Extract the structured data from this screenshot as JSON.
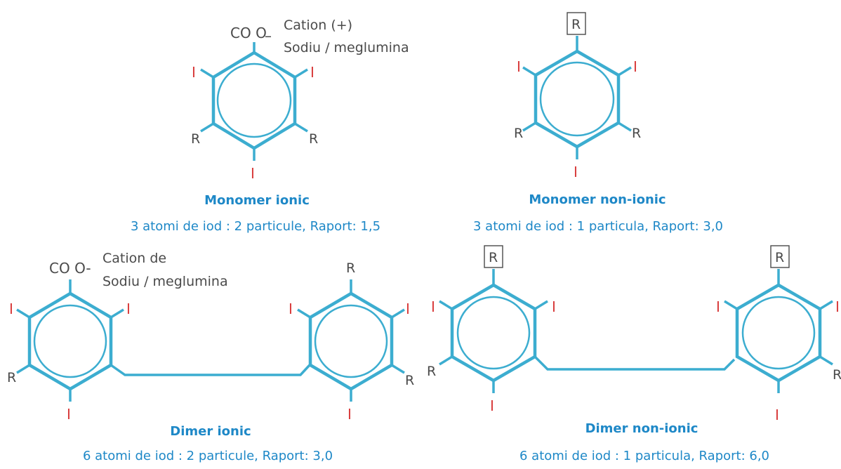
{
  "colors": {
    "ring": "#3cadd0",
    "iodine": "#d83a3a",
    "text": "#4a4a4a",
    "caption": "#1e88c7"
  },
  "atoms": {
    "iodine": "I",
    "r": "R"
  },
  "panels": {
    "monomer_ionic": {
      "group": "CO O",
      "group_sign": "–",
      "cation_line1": "Cation (+)",
      "cation_line2": "Sodiu / meglumina",
      "title": "Monomer ionic",
      "ratio": "3 atomi de iod : 2 particule, Raport: 1,5"
    },
    "monomer_nonionic": {
      "title": "Monomer non-ionic",
      "ratio": "3 atomi de iod : 1 particula, Raport: 3,0"
    },
    "dimer_ionic": {
      "group": "CO O-",
      "cation_line1": "Cation de",
      "cation_line2": "Sodiu / meglumina",
      "title": "Dimer ionic",
      "ratio": "6 atomi de iod : 2 particule, Raport: 3,0"
    },
    "dimer_nonionic": {
      "title": "Dimer non-ionic",
      "ratio": "6 atomi de iod : 1 particula, Raport: 6,0"
    }
  }
}
